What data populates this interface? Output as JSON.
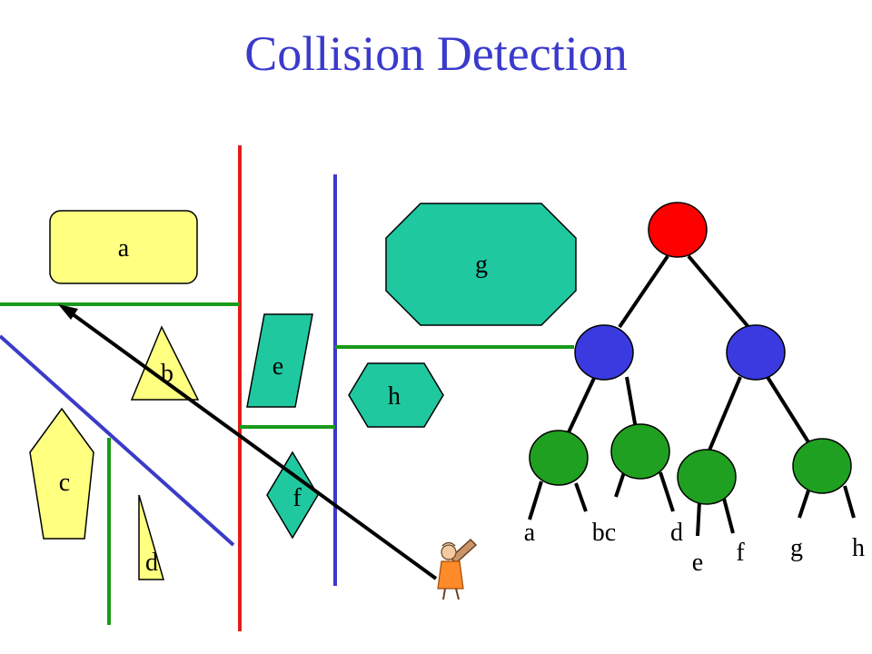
{
  "title": "Collision Detection",
  "shape_labels": {
    "a": "a",
    "b": "b",
    "c": "c",
    "d": "d",
    "e": "e",
    "f": "f",
    "g": "g",
    "h": "h"
  },
  "tree_leaf_labels": {
    "a": "a",
    "bc": "bc",
    "d": "d",
    "e": "e",
    "f": "f",
    "g": "g",
    "h": "h"
  },
  "colors": {
    "title": "#3a3acc",
    "shape_yellow": "#ffff80",
    "shape_teal": "#20c8a0",
    "split_red": "#e41b1b",
    "split_blue": "#3b3bc8",
    "split_green": "#1a9a1a",
    "node_red": "#ff0000",
    "node_blue": "#3a3ae0",
    "node_green": "#20a020"
  },
  "icons": {
    "character": "caveman-with-club-icon"
  }
}
